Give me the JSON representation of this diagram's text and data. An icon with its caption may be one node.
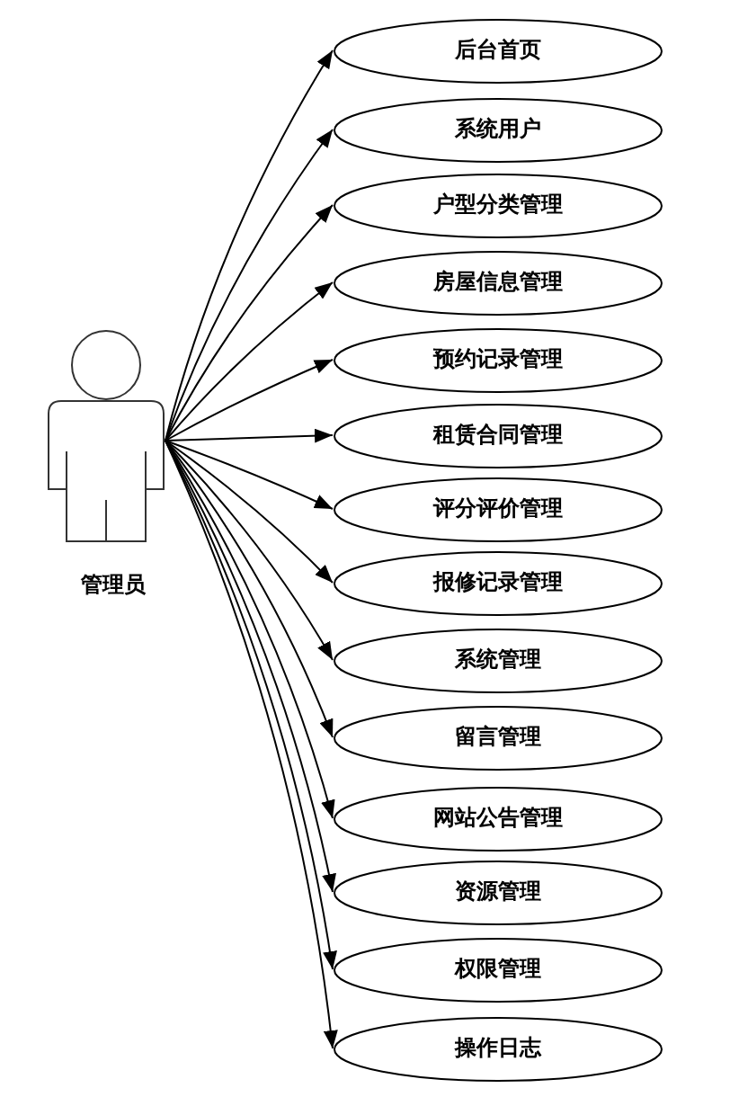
{
  "diagram": {
    "nodes": [
      {
        "text": [
          "管理员"
        ]
      },
      {
        "text": [
          "后台首页"
        ]
      },
      {
        "text": [
          "系统用户"
        ]
      },
      {
        "text": [
          "户型分类管理"
        ]
      },
      {
        "text": [
          "房屋信息管理"
        ]
      },
      {
        "text": [
          "预约记录管理"
        ]
      },
      {
        "text": [
          "租赁合同管理"
        ]
      },
      {
        "text": [
          "评分评价管理"
        ]
      },
      {
        "text": [
          "报修记录管理"
        ]
      },
      {
        "text": [
          "系统管理"
        ]
      },
      {
        "text": [
          "留言管理"
        ]
      },
      {
        "text": [
          "网站公告管理"
        ]
      },
      {
        "text": [
          "资源管理"
        ]
      },
      {
        "text": [
          "权限管理"
        ]
      },
      {
        "text": [
          "操作日志"
        ]
      }
    ],
    "edges": [
      {
        "from": 0,
        "to": 1,
        "arrow": "to"
      },
      {
        "from": 0,
        "to": 2,
        "arrow": "to"
      },
      {
        "from": 0,
        "to": 3,
        "arrow": "to"
      },
      {
        "from": 0,
        "to": 4,
        "arrow": "to"
      },
      {
        "from": 0,
        "to": 5,
        "arrow": "to"
      },
      {
        "from": 0,
        "to": 6,
        "arrow": "to"
      },
      {
        "from": 0,
        "to": 7,
        "arrow": "to"
      },
      {
        "from": 0,
        "to": 8,
        "arrow": "to"
      },
      {
        "from": 0,
        "to": 9,
        "arrow": "to"
      },
      {
        "from": 0,
        "to": 10,
        "arrow": "to"
      },
      {
        "from": 0,
        "to": 11,
        "arrow": "to"
      },
      {
        "from": 0,
        "to": 12,
        "arrow": "to"
      },
      {
        "from": 0,
        "to": 13,
        "arrow": "to"
      },
      {
        "from": 0,
        "to": 14,
        "arrow": "to"
      }
    ]
  }
}
